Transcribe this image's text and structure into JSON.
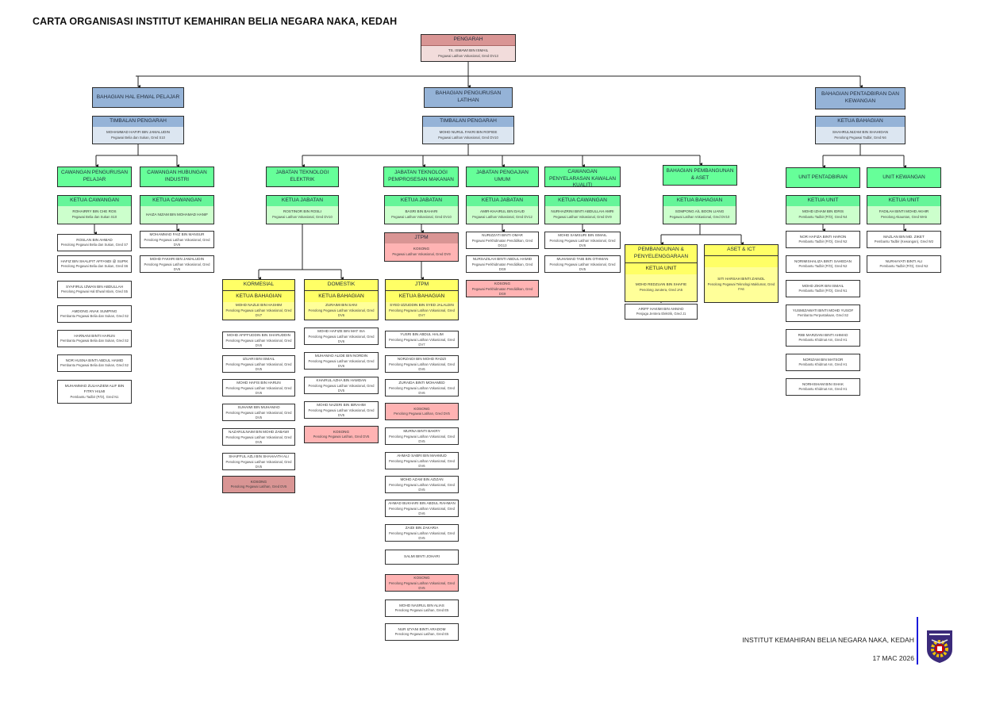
{
  "title": "CARTA ORGANISASI INSTITUT KEMAHIRAN BELIA NEGARA NAKA, KEDAH",
  "footer": {
    "institute": "INSTITUT KEMAHIRAN BELIA NEGARA NAKA, KEDAH",
    "date": "17 MAC 2026"
  },
  "colors": {
    "pengarah": "#d99594",
    "bahagian": "#95b3d7",
    "jabatan": "#66ff99",
    "unit_kecil": "#ffff66",
    "kosong": "#ffb3b3"
  },
  "nodes": {
    "pengarah": {
      "title": "PENGARAH",
      "name": "TS. ISMAWI BIN ISMAIL",
      "role": "Pegawai Latihan Vokasional, Gred DV13"
    },
    "b_hep": {
      "title": "BAHAGIAN HAL EHWAL PELAJAR"
    },
    "b_pl": {
      "title": "BAHAGIAN PENGURUSAN LATIHAN"
    },
    "b_pk": {
      "title": "BAHAGIAN PENTADBIRAN DAN KEWANGAN"
    },
    "tp_hep": {
      "title": "TIMBALAN PENGARAH",
      "name": "MOHAMMAD HAFIFI BIN JAMALUDIN",
      "role": "Pegawai Belia dan Sukan, Gred S10"
    },
    "tp_pl": {
      "title": "TIMBALAN PENGARAH",
      "name": "MOHD NURUL FAKRI BIN ROFIEE",
      "role": "Pegawai Latihan Vokasional, Gred DV10"
    },
    "kb_pk": {
      "title": "KETUA BAHAGIAN",
      "name": "SHAHRULNIZAM BIN SHAHIDAN",
      "role": "Penolong Pegawai Tadbir, Gred N6"
    },
    "c_pp": {
      "title": "CAWANGAN PENGURUSAN PELAJAR"
    },
    "c_hi": {
      "title": "CAWANGAN HUBUNGAN INDUSTRI"
    },
    "kc_pp": {
      "title": "KETUA CAWANGAN",
      "name": "ROHAIRRY BIN CHE ROS",
      "role": "Pegawai Belia dan Sukan S10"
    },
    "kc_hi": {
      "title": "KETUA CAWANGAN",
      "name": "HAIZA NIZAM BIN MOHAMAD HANIF"
    },
    "pp1": {
      "name": "ROSLAN BIN AHMAD",
      "role": "Penolong Pegawai Belia dan Sukan, Gred S7"
    },
    "pp2": {
      "name": "HAFIZ BIN SHALIFIT AFFANDI @ SUPIK",
      "role": "Penolong Pegawai Belia dan Sukan, Gred S6"
    },
    "pp3": {
      "name": "SYAFIRUL IZWAN BIN ABDULLAH",
      "role": "Penolong Pegawai Hal Ehwal Islam, Gred S5"
    },
    "pp4": {
      "name": "AMDONG ANAK SUMPING",
      "role": "Pembantu Pegawai Belia dan Sukan, Gred S2"
    },
    "pp5": {
      "name": "HARNANI BINTI HARUN",
      "role": "Pembantu Pegawai Belia dan Sukan, Gred S2"
    },
    "pp6": {
      "name": "NOR HUSNA BINTI ABDUL HAMID",
      "role": "Pembantu Pegawai Belia dan Sukan, Gred S2"
    },
    "pp7": {
      "name": "MUHAMMAD ZULHAZIEM ALIF BIN FITRY HILMI",
      "role": "Pembantu Tadbir (P/O), Gred N1"
    },
    "hi1": {
      "name": "MOHAMMAD FAIZ BIN MANSUR",
      "role": "Penolong Pegawai Latihan Vokasional, Gred DV6"
    },
    "hi2": {
      "name": "MOHD FAKHRI BIN JAMALUDIN",
      "role": "Penolong Pegawai Latihan Vokasional, Gred DV6"
    },
    "j_te": {
      "title": "JABATAN TEKNOLOGI ELEKTRIK"
    },
    "j_tpm": {
      "title": "JABATAN TEKNOLOGI PEMPROSESAN MAKANAN"
    },
    "j_pu": {
      "title": "JABATAN PENGAJIAN UMUM"
    },
    "c_pkk": {
      "title": "CAWANGAN PENYELARASAN KAWALAN KUALITI"
    },
    "b_pa": {
      "title": "BAHAGIAN PEMBANGUNAN & ASET"
    },
    "kj_te": {
      "title": "KETUA JABATAN",
      "name": "ROSTINOR BIN ROSLI",
      "role": "Pegawai Latihan Vokasional, Gred DV10"
    },
    "kj_tpm": {
      "title": "KETUA JABATAN",
      "name": "BASRI BIN BAHARI",
      "role": "Pegawai Latihan Vokasional, Gred DV10"
    },
    "kj_pu": {
      "title": "KETUA JABATAN",
      "name": "AMIR-KHAIRUL BIN DAUD",
      "role": "Pegawai Latihan Vokasional, Gred DV12"
    },
    "kc_pkk": {
      "title": "KETUA CAWANGAN",
      "name": "NURHAZRINI BINTI ABDULLAH AMRI",
      "role": "Pegawai Latihan Vokasional, Gred DV9"
    },
    "kb_pa": {
      "title": "KETUA BAHAGIAN",
      "name": "SOMPONG A/L BOON LIANG",
      "role": "Pegawai Latihan Vokasional, Gred DV10"
    },
    "kormesial": {
      "title": "KORMESIAL",
      "subtitle": "KETUA BAHAGIAN",
      "name": "MOHD NAZLE BIN HASHIM",
      "role": "Penolong Pegawai Latihan Vokasional, Gred DV7"
    },
    "domestik": {
      "title": "DOMESTIK",
      "subtitle": "KETUA BAHAGIAN",
      "name": "ZURAIMI BIN SANI",
      "role": "Penolong Pegawai Latihan Vokasional, Gred DV6"
    },
    "k1": {
      "name": "MOHD AFIFFUDDIN BIN SHARUDDIN",
      "role": "Penolong Pegawai Latihan Vokasional, Gred DV6"
    },
    "k2": {
      "name": "IZUARI BIN ISMAIL",
      "role": "Penolong Pegawai Latihan Vokasional, Gred DV5"
    },
    "k3": {
      "name": "MOHD HAFIS BIN HARUN",
      "role": "Penolong Pegawai Latihan Vokasional, Gred DV6"
    },
    "k4": {
      "name": "SUHAIMI BIN MUHAMAD",
      "role": "Penolong Pegawai Latihan Vokasional, Gred DV5"
    },
    "k5": {
      "name": "NAZARULNAIM BIN MOHD ZABAWI",
      "role": "Penolong Pegawai Latihan Vokasional, Gred DV5"
    },
    "k6": {
      "name": "SHAIFFUL AZLI BIN SHAHAATH ALI",
      "role": "Penolong Pegawai Latihan Vokasional, Gred DV5"
    },
    "k7": {
      "name": "KOSONG",
      "role": "Penolong Pegawai Latihan, Gred DV5"
    },
    "d1": {
      "name": "MOHD HAFIZE BIN MAT ISA",
      "role": "Penolong Pegawai Latihan Vokasional, Gred DV6"
    },
    "d2": {
      "name": "MUHAMAD ALIDE BIN NORDIN",
      "role": "Penolong Pegawai Latihan Vokasional, Gred DV6"
    },
    "d3": {
      "name": "KHAIRUL AZHA BIN HAMDAN",
      "role": "Penolong Pegawai Latihan Vokasional, Gred DV5"
    },
    "d4": {
      "name": "MOHD NAZERI BIN IBRAHIM",
      "role": "Penolong Pegawai Latihan Vokasional, Gred DV5"
    },
    "d5": {
      "name": "KOSONG",
      "role": "Penolong Pegawai Latihan, Gred DV5"
    },
    "jtpm_kosong": {
      "title": "JTPM",
      "name": "KOSONG",
      "role": "Pegawai Latihan Vokasional, Gred DV9"
    },
    "jtpm_kb": {
      "title": "JTPM",
      "subtitle": "KETUA BAHAGIAN",
      "name": "SYED IZZUDDIN BIN SYED JALALDIN",
      "role": "Penolong Pegawai Latihan Vokasional, Gred DV7"
    },
    "t1": {
      "name": "YUSRI BIN ABDUL HALIM",
      "role": "Penolong Pegawai Latihan Vokasional, Gred DV7"
    },
    "t2": {
      "name": "NORZAIDI BIN MOHD RADZI",
      "role": "Penolong Pegawai Latihan Vokasional, Gred DV6"
    },
    "t3": {
      "name": "ZURAIDA BINTI MOHAMED",
      "role": "Penolong Pegawai Latihan Vokasional, Gred DV6"
    },
    "t4": {
      "name": "KOSONG",
      "role": "Penolong Pegawai Latihan, Gred DV5"
    },
    "t5": {
      "name": "MURNA BINTI BAKRY",
      "role": "Penolong Pegawai Latihan Vokasional, Gred DV5"
    },
    "t6": {
      "name": "AHMAD SABRI BIN MAHMUD",
      "role": "Penolong Pegawai Latihan Vokasional, Gred DV6"
    },
    "t7": {
      "name": "MOHD AZAM BIN AZIZAN",
      "role": "Penolong Pegawai Latihan Vokasional, Gred DV5"
    },
    "t8": {
      "name": "AHMAD BUKHARI BIN ABDUL RAHMAN",
      "role": "Penolong Pegawai Latihan Vokasional, Gred DV6"
    },
    "t9": {
      "name": "ZAIDI BIN ZAKARIA",
      "role": "Penolong Pegawai Latihan Vokasional, Gred DV5"
    },
    "t10": {
      "name": "SALMI BINTI JOHARI"
    },
    "t11": {
      "name": "KOSONG",
      "role": "Penolong Pegawai Latihan Vokasional, Gred DV5"
    },
    "t12": {
      "name": "MOHD NASRUL BIN ALIAS",
      "role": "Penolong Pegawai Latihan, Gred E5"
    },
    "t13": {
      "name": "NUR IZYANI BINTI ARADOM",
      "role": "Penolong Pegawai Latihan, Gred E5"
    },
    "u1": {
      "name": "NURIZZATI BINTI OMAR",
      "role": "Pegawai Perkhidmatan Pendidikan, Gred DG13"
    },
    "u2": {
      "name": "NURSAZILAH BINTI ABDUL HAMID",
      "role": "Pegawai Perkhidmatan Pendidikan, Gred DG9"
    },
    "u3": {
      "name": "KOSONG",
      "role": "Pegawai Perkhidmatan Pendidikan, Gred DG9"
    },
    "q1": {
      "name": "MOHD SAMSURI BIN ISMAIL",
      "role": "Penolong Pegawai Latihan Vokasional, Gred DV6"
    },
    "q2": {
      "name": "MUHAMAD TAIB BIN OTHMAN",
      "role": "Penolong Pegawai Latihan Vokasional, Gred DV5"
    },
    "pembangunan": {
      "title": "PEMBANGUNAN & PENYELENGGARAAN",
      "subtitle": "KETUA UNIT",
      "name": "MOHD REDZUAN BIN SHAFIE",
      "role": "Penolong Jurutera, Gred JA5"
    },
    "aset": {
      "title": "ASET & ICT",
      "subtitle": "",
      "name": "SITI HARSAH BINTI ZAINOL",
      "role": "Penolong Pegawai Teknologi Maklumat, Gred FA6"
    },
    "ariff": {
      "name": "ARIFF HAKIMI BIN AHMAD",
      "role": "Penjaga Jentera Elektrik, Gred J1"
    },
    "u_pt": {
      "title": "UNIT PENTADBIRAN"
    },
    "u_kw": {
      "title": "UNIT KEWANGAN"
    },
    "ku_pt": {
      "title": "KETUA UNIT",
      "name": "MOHD IZHAM BIN IDRIS",
      "role": "Pembantu Tadbir (P/O), Gred N4"
    },
    "ku_kw": {
      "title": "KETUA UNIT",
      "name": "FADILAH BINTI MOHD AKHIR",
      "role": "Penolong Akauntan, Gred WA5"
    },
    "a1": {
      "name": "NOR HAFIZA BINTI HARON",
      "role": "Pembantu Tadbir (P/O), Gred N2"
    },
    "a2": {
      "name": "NORIMISHALIZA BINTI SAHEDAN",
      "role": "Pembantu Tadbir (P/O), Gred N2"
    },
    "a3": {
      "name": "MOHD ZIKIR BIN ISMAIL",
      "role": "Pembantu Tadbir (P/O), Gred N1"
    },
    "a4": {
      "name": "YUSMIZAWATI BINTI MOHD YUSOF",
      "role": "Pembantu Perpustakaan, Gred S2"
    },
    "a5": {
      "name": "RIBI MARZIANI BINTI AHMAD",
      "role": "Pembantu Khidmat Am, Gred H1"
    },
    "a6": {
      "name": "NORIZAM BIN MATSOR",
      "role": "Pembantu Khidmat Am, Gred H1"
    },
    "a7": {
      "name": "NORHISHAM BIN ISHAK",
      "role": "Pembantu Khidmat Am, Gred H1"
    },
    "w1": {
      "name": "MAZLAN BIN MD. ZIKET",
      "role": "Pembantu Tadbir (Kewangan), Gred W2"
    },
    "w2": {
      "name": "NURHAYATI BINTI ALI",
      "role": "Pembantu Tadbir (P/O), Gred N2"
    }
  }
}
